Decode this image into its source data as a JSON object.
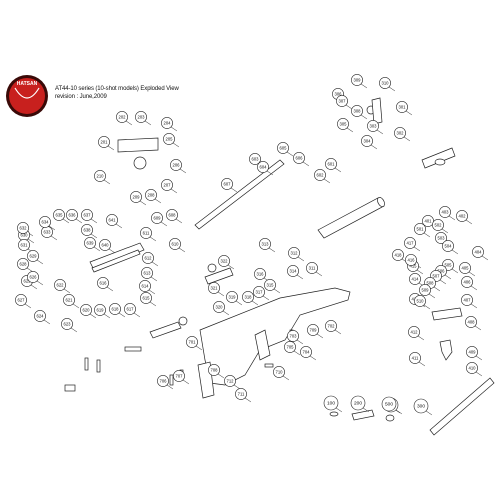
{
  "header": {
    "logo_text": "HATSAN",
    "title": "AT44-10 series (10-shot models) Exploded View",
    "revision": "revision : June,2009"
  },
  "colors": {
    "logo_red": "#c8201e",
    "logo_dark": "#3a0a08",
    "line": "#222222",
    "part_fill": "#ffffff"
  },
  "part_labels": [
    "100",
    "200",
    "300",
    "400",
    "500",
    "201",
    "202",
    "203",
    "204",
    "205",
    "206",
    "207",
    "208",
    "209",
    "210",
    "301",
    "302",
    "303",
    "304",
    "305",
    "306",
    "307",
    "308",
    "309",
    "310",
    "311",
    "312",
    "313",
    "314",
    "315",
    "316",
    "317",
    "318",
    "319",
    "320",
    "321",
    "322",
    "401",
    "402",
    "403",
    "404",
    "405",
    "406",
    "407",
    "408",
    "409",
    "410",
    "411",
    "412",
    "413",
    "414",
    "415",
    "416",
    "417",
    "418",
    "501",
    "502",
    "503",
    "504",
    "505",
    "506",
    "507",
    "508",
    "509",
    "510",
    "601",
    "602",
    "603",
    "604",
    "605",
    "606",
    "607",
    "608",
    "609",
    "610",
    "611",
    "612",
    "613",
    "614",
    "615",
    "616",
    "617",
    "618",
    "619",
    "620",
    "621",
    "622",
    "623",
    "624",
    "625",
    "626",
    "627",
    "628",
    "629",
    "630",
    "631",
    "632",
    "633",
    "634",
    "635",
    "636",
    "637",
    "638",
    "639",
    "640",
    "641",
    "701",
    "702",
    "703",
    "704",
    "705",
    "706",
    "707",
    "708",
    "709",
    "710",
    "711",
    "712"
  ]
}
